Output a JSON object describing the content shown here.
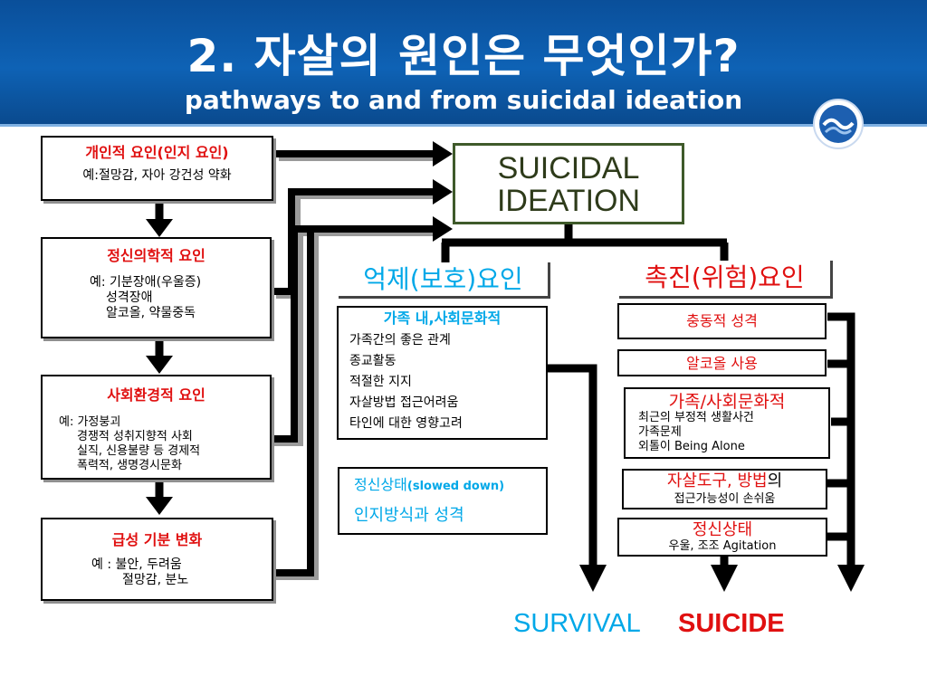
{
  "header": {
    "title": "2. 자살의 원인은 무엇인가?",
    "subtitle": "pathways to and from suicidal ideation"
  },
  "left_boxes": [
    {
      "title": "개인적 요인(인지 요인)",
      "lines": [
        "예:절망감, 자아 강건성 약화"
      ]
    },
    {
      "title": "정신의학적 요인",
      "lines": [
        "예: 기분장애(우울증)",
        "성격장애",
        "알코올, 약물중독"
      ]
    },
    {
      "title": "사회환경적 요인",
      "lines": [
        "예: 가정붕괴",
        "경쟁적 성취지향적 사회",
        "실직, 신용불량 등 경제적",
        "폭력적, 생명경시문화"
      ]
    },
    {
      "title": "급성 기분 변화",
      "lines": [
        "예 : 불안, 두려움",
        "절망감, 분노"
      ]
    }
  ],
  "center": {
    "ideation_line1": "SUICIDAL",
    "ideation_line2": "IDEATION"
  },
  "protective": {
    "header": "억제(보호)요인",
    "family": {
      "title": "가족 내,사회문화적",
      "lines": [
        "가족간의 좋은 관계",
        "종교활동",
        "적절한 지지",
        "자살방법 접근어려움",
        "타인에 대한 영향고려"
      ]
    },
    "mental": {
      "title_ko": "정신상태",
      "title_en": "(slowed down)",
      "line2": "인지방식과 성격"
    }
  },
  "risk": {
    "header": "촉진(위험)요인",
    "impulsive": "충동적 성격",
    "alcohol": "알코올 사용",
    "family": {
      "title": "가족/사회문화적",
      "lines": [
        "최근의 부정적 생활사건",
        "가족문제",
        "외톨이 Being Alone"
      ]
    },
    "means": {
      "title_red": "자살도구, 방법",
      "title_suffix": "의",
      "line2": "접근가능성이 손쉬움"
    },
    "mental": {
      "title": "정신상태",
      "line2": "우울, 조조 Agitation"
    }
  },
  "outcomes": {
    "survival": "SURVIVAL",
    "suicide": "SUICIDE"
  },
  "colors": {
    "header_blue": "#0e62b5",
    "red": "#e01010",
    "cyan": "#00a8e8",
    "ideation_green": "#2e3b1a",
    "ideation_border": "#3f5a2a"
  },
  "icons": {
    "logo": "circular-emblem-icon"
  }
}
